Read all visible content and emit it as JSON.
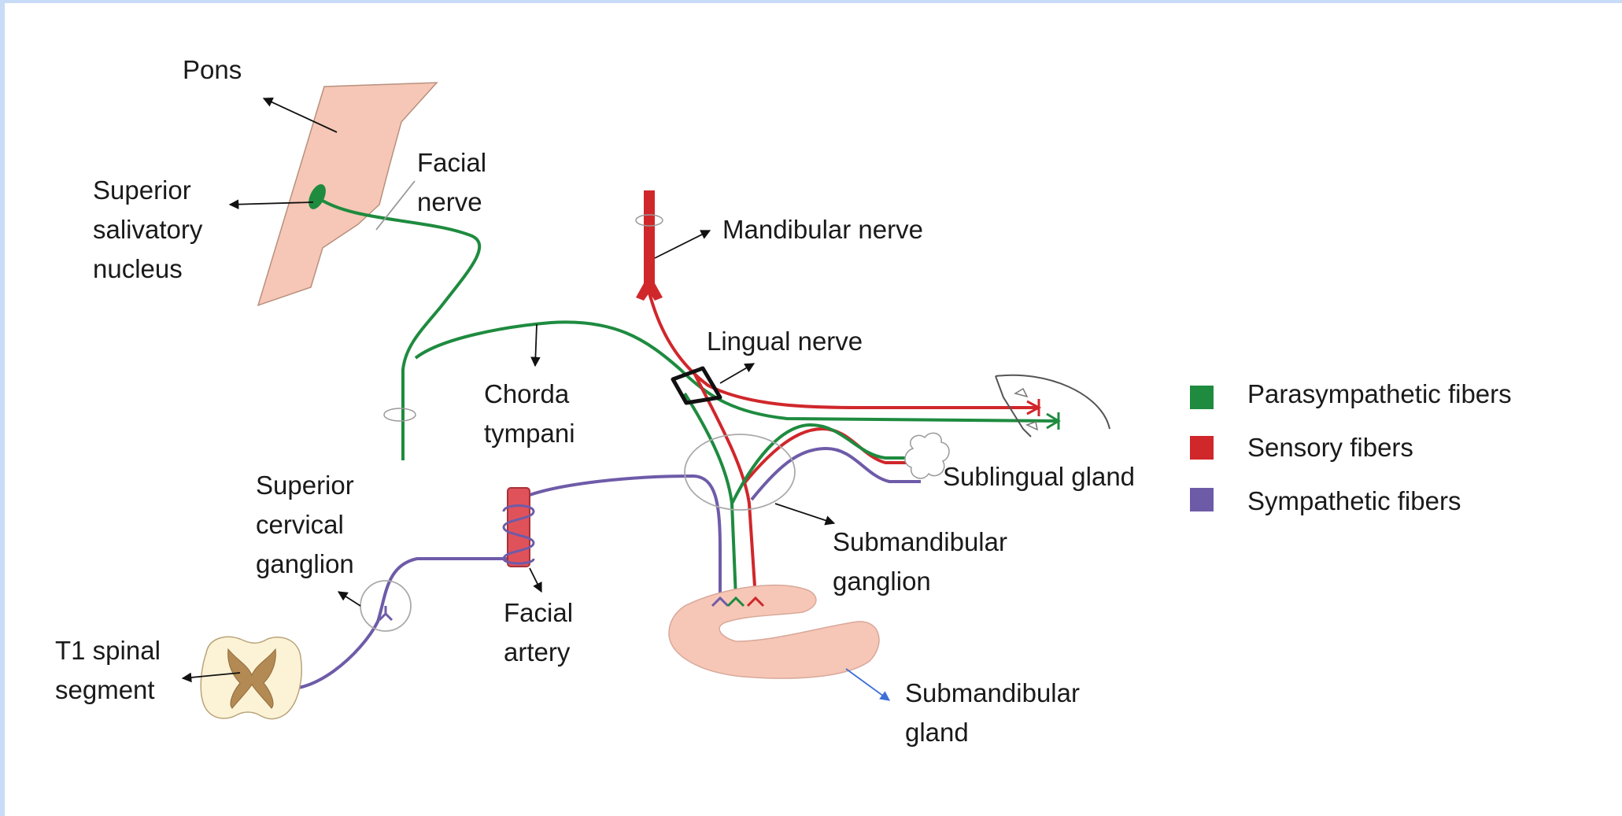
{
  "labels": {
    "pons": "Pons",
    "superior_salivatory_nucleus": [
      "Superior",
      "salivatory",
      "nucleus"
    ],
    "facial_nerve": [
      "Facial",
      "nerve"
    ],
    "mandibular_nerve": "Mandibular nerve",
    "lingual_nerve": "Lingual nerve",
    "chorda_tympani": [
      "Chorda",
      "tympani"
    ],
    "superior_cervical_ganglion": [
      "Superior",
      "cervical",
      "ganglion"
    ],
    "facial_artery": [
      "Facial",
      "artery"
    ],
    "t1_spinal_segment": [
      "T1 spinal",
      "segment"
    ],
    "sublingual_gland": "Sublingual gland",
    "submandibular_ganglion": [
      "Submandibular",
      "ganglion"
    ],
    "submandibular_gland": [
      "Submandibular",
      "gland"
    ]
  },
  "legend": [
    {
      "label": "Parasympathetic fibers",
      "color": "#1e8b3f"
    },
    {
      "label": "Sensory fibers",
      "color": "#d0272b"
    },
    {
      "label": "Sympathetic fibers",
      "color": "#6e5ba8"
    }
  ],
  "colors": {
    "parasympathetic": "#1e8b3f",
    "sensory": "#d0272b",
    "sympathetic": "#6e5ba8",
    "tissue": "#f6c7b6",
    "annotation": "#111111",
    "frame": "#c9dcf7"
  }
}
